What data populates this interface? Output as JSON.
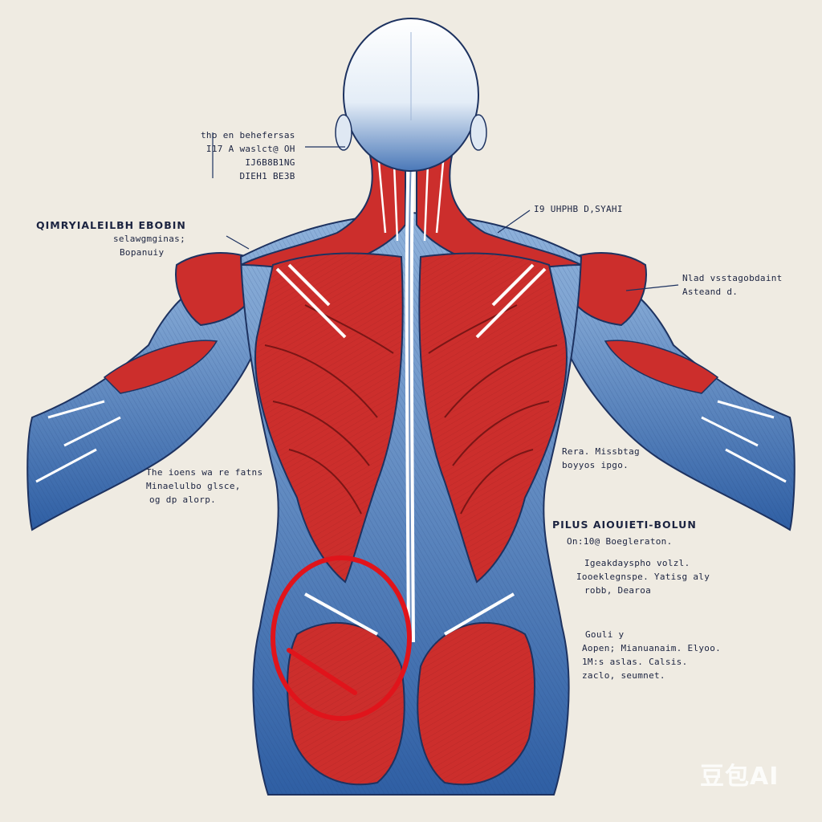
{
  "figure": {
    "labels": {
      "neck": [
        "tho en behefersas",
        "I17 A waslct@ OH",
        "IJ6B8B1NG",
        "DIEH1 BE3B"
      ],
      "upper_left": {
        "title": "QIMRYIALEILBH EBOBIN",
        "lines": [
          "selawgmginas;",
          "Bopanuiy"
        ]
      },
      "trapezius": "I9 UHPHB D,SYAHI",
      "right_shoulder": [
        "Nlad vsstagobdaint",
        "Asteand d."
      ],
      "right_mid": [
        "Rera. Missbtag",
        "boyyos ipgo."
      ],
      "left_mid": [
        "The ioens wa re fatns",
        "Minaelulbo glsce,",
        "og dp alorp."
      ],
      "lower_right_block": {
        "title": "PILUS AIOUIETI-BOLUN",
        "lines": [
          "On:10@ Boegleraton.",
          "Igeakdayspho volzl.",
          "Iooeklegnspe. Yatisg aly",
          "robb, Dearoa"
        ]
      },
      "bottom_right": [
        "Gouli y",
        "Aopen; Mianuanaim. Elyoo.",
        "1M:s aslas. Calsis.",
        "zaclo, seumnet."
      ]
    },
    "watermark": "豆包AI",
    "colors": {
      "muscle_red": "#cc2e2c",
      "tendon_blue": "#2f5fa4",
      "paper": "#efebe2",
      "marker": "#e0141b"
    }
  }
}
